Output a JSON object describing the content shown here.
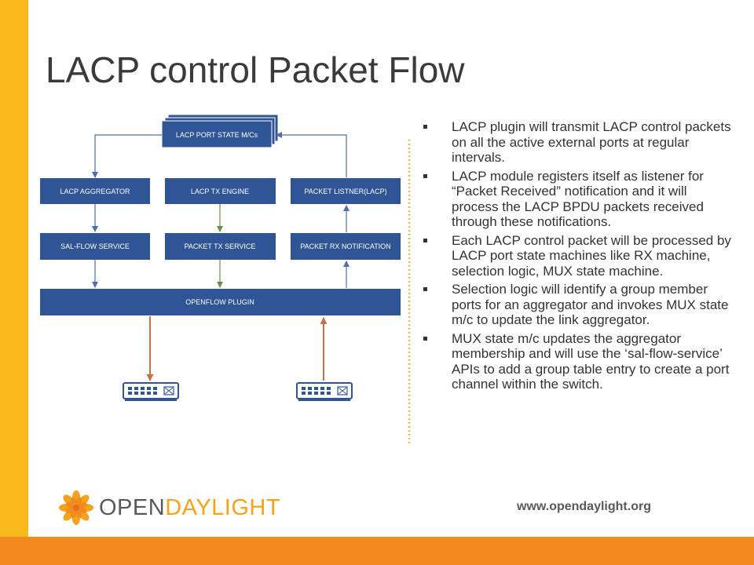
{
  "slide": {
    "title": "LACP control Packet Flow",
    "bullets": [
      "LACP plugin will transmit LACP control packets on all the active external ports at regular intervals.",
      "LACP module registers itself as listener for “Packet Received” notification and it will process the LACP BPDU packets received through these notifications.",
      "Each LACP control packet will be processed by LACP port state machines like RX machine, selection logic, MUX state machine.",
      "Selection logic will identify a group member ports for an aggregator and invokes MUX state m/c to update the link aggregator.",
      "MUX state m/c updates the aggregator membership and will use the ‘sal-flow-service’ APIs  to add a group table entry to create a port channel within the switch."
    ],
    "logo": {
      "text_prefix": "OPEN",
      "text_suffix": "DAYLIGHT"
    },
    "website": "www.opendaylight.org"
  },
  "diagram": {
    "boxes": {
      "port_state_mc": "LACP PORT STATE M/Cs",
      "aggregator": "LACP AGGREGATOR",
      "tx_engine": "LACP TX ENGINE",
      "packet_listener": "PACKET LISTNER(LACP)",
      "sal_flow": "SAL-FLOW SERVICE",
      "packet_tx": "PACKET TX SERVICE",
      "packet_rx": "PACKET RX NOTIFICATION",
      "openflow": "OPENFLOW PLUGIN"
    }
  },
  "colors": {
    "box_fill": "#2f5597",
    "arrow_blue": "#4f6fa8",
    "arrow_green": "#6e8f49",
    "arrow_orange": "#c5714a",
    "divider": "#f0b45a",
    "left_bar": "#f9b81b",
    "bottom_bar": "#f28a1e"
  },
  "icons": [
    "switch-icon",
    "switch-icon",
    "opendaylight-flower-icon"
  ]
}
